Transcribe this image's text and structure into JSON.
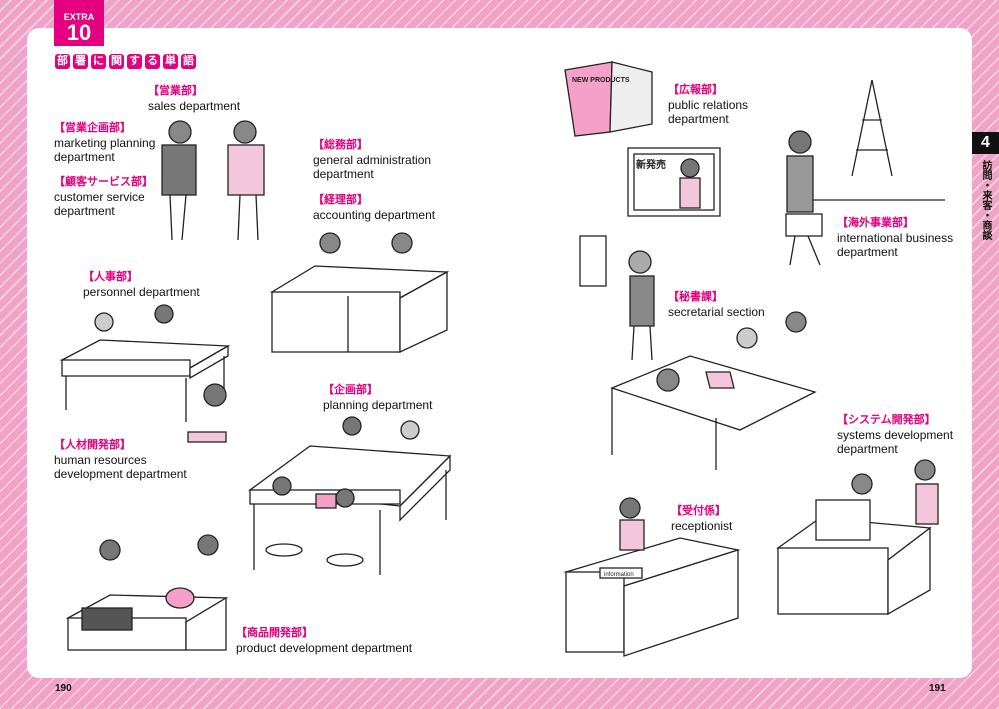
{
  "header": {
    "extra_label": "EXTRA",
    "extra_number": "10",
    "title_chars": [
      "部",
      "署",
      "に",
      "関",
      "す",
      "る",
      "単",
      "語"
    ]
  },
  "side_tab": {
    "number": "4",
    "label": "訪問・来客・商談"
  },
  "terms": [
    {
      "jp": "【営業部】",
      "en": "sales department"
    },
    {
      "jp": "【営業企画部】",
      "en": "marketing planning\ndepartment"
    },
    {
      "jp": "【顧客サービス部】",
      "en": "customer service\ndepartment"
    },
    {
      "jp": "【総務部】",
      "en": "general administration\ndepartment"
    },
    {
      "jp": "【経理部】",
      "en": "accounting department"
    },
    {
      "jp": "【人事部】",
      "en": "personnel department"
    },
    {
      "jp": "【人材開発部】",
      "en": "human resources\ndevelopment department"
    },
    {
      "jp": "【企画部】",
      "en": "planning department"
    },
    {
      "jp": "【商品開発部】",
      "en": "product development department"
    },
    {
      "jp": "【広報部】",
      "en": "public relations\ndepartment"
    },
    {
      "jp": "【海外事業部】",
      "en": "international business\ndepartment"
    },
    {
      "jp": "【秘書課】",
      "en": "secretarial section"
    },
    {
      "jp": "【システム開発部】",
      "en": "systems development\ndepartment"
    },
    {
      "jp": "【受付係】",
      "en": "receptionist"
    }
  ],
  "illustration_text": {
    "magazine": "NEW PRODUCTS",
    "tv": "新発売",
    "desk_sign": "information"
  },
  "pages": {
    "left": "190",
    "right": "191"
  },
  "colors": {
    "accent": "#e4007f",
    "background": "#f0a3c6"
  }
}
